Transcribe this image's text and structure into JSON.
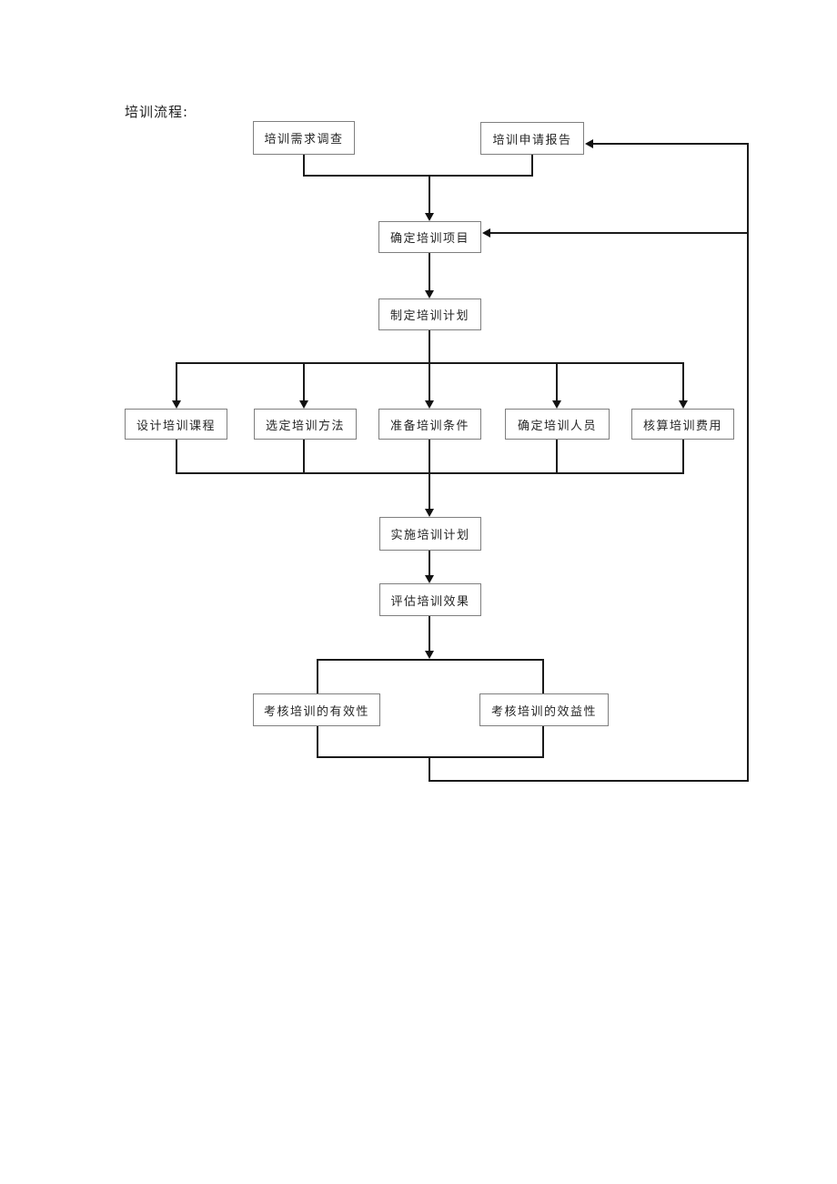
{
  "page": {
    "background": "#ffffff",
    "title": "培训流程:"
  },
  "flowchart": {
    "type": "flowchart",
    "colors": {
      "connector_line": "#1a1a1a",
      "box_border": "#7f7f7f",
      "box_fill": "#ffffff",
      "text": "#262626"
    },
    "nodes": {
      "needs_survey": "培训需求调查",
      "application_report": "培训申请报告",
      "determine_project": "确定培训项目",
      "make_plan": "制定培训计划",
      "design_course": "设计培训课程",
      "select_method": "选定培训方法",
      "prepare_conditions": "准备培训条件",
      "determine_personnel": "确定培训人员",
      "calculate_cost": "核算培训费用",
      "implement_plan": "实施培训计划",
      "evaluate_effect": "评估培训效果",
      "assess_effectiveness": "考核培训的有效性",
      "assess_benefit": "考核培训的效益性"
    },
    "edges": [
      "needs_survey -> determine_project",
      "application_report -> determine_project",
      "determine_project -> make_plan",
      "make_plan -> design_course",
      "make_plan -> select_method",
      "make_plan -> prepare_conditions",
      "make_plan -> determine_personnel",
      "make_plan -> calculate_cost",
      "design_course -> implement_plan",
      "select_method -> implement_plan",
      "prepare_conditions -> implement_plan",
      "determine_personnel -> implement_plan",
      "calculate_cost -> implement_plan",
      "implement_plan -> evaluate_effect",
      "evaluate_effect -> assessment_group",
      "assessment_group -> determine_project",
      "assessment_group -> application_report"
    ]
  }
}
